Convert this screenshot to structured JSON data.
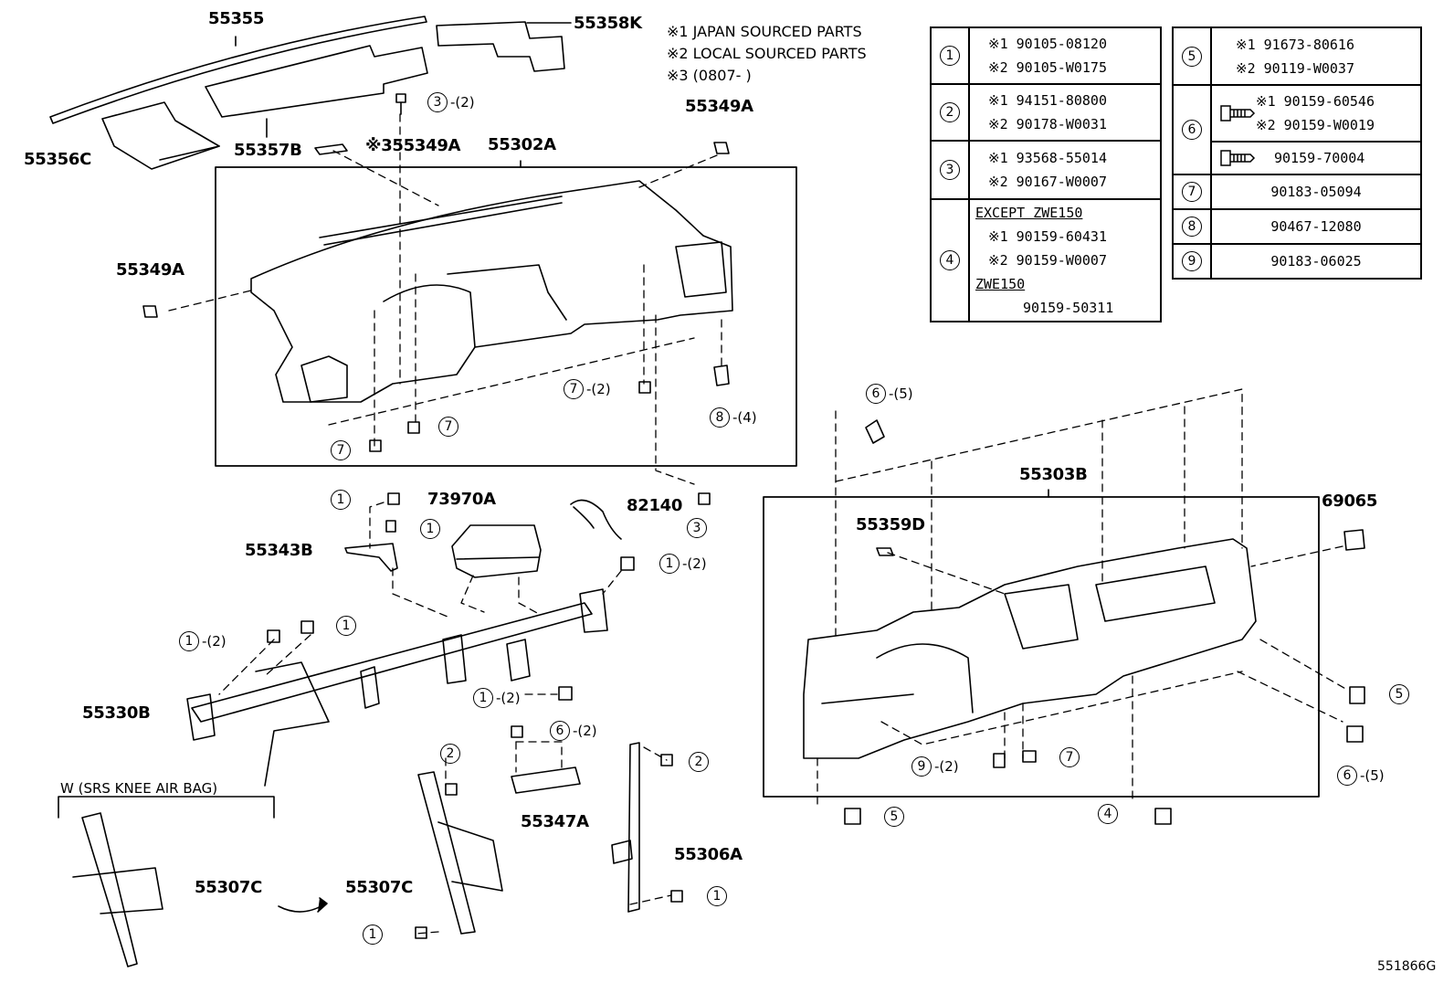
{
  "notes": {
    "n1": "※1 JAPAN SOURCED PARTS",
    "n2": "※2 LOCAL SOURCED PARTS",
    "n3": "※3 (0807-         )"
  },
  "parts": {
    "p55355": "55355",
    "p55358K": "55358K",
    "p55357B": "55357B",
    "p55356C": "55356C",
    "p55349A_note": "※355349A",
    "p55302A": "55302A",
    "p55349A_top": "55349A",
    "p55349A_left": "55349A",
    "p73970A": "73970A",
    "p82140": "82140",
    "p55343B": "55343B",
    "p55330B": "55330B",
    "p55347A": "55347A",
    "p55306A": "55306A",
    "p55307C_a": "55307C",
    "p55307C_b": "55307C",
    "p55303B": "55303B",
    "p55359D": "55359D",
    "p69065": "69065",
    "variant": "W (SRS KNEE AIR BAG)"
  },
  "refs": {
    "r_3_2": {
      "n": "3",
      "t": "-(2)"
    },
    "r_7_2": {
      "n": "7",
      "t": "-(2)"
    },
    "r_8_4": {
      "n": "8",
      "t": "-(4)"
    },
    "r_7a": {
      "n": "7",
      "t": ""
    },
    "r_7b": {
      "n": "7",
      "t": ""
    },
    "r_1a": {
      "n": "1",
      "t": ""
    },
    "r_1b": {
      "n": "1",
      "t": ""
    },
    "r_1c": {
      "n": "1",
      "t": ""
    },
    "r_1d": {
      "n": "1",
      "t": ""
    },
    "r_1e": {
      "n": "1",
      "t": ""
    },
    "r_3a": {
      "n": "3",
      "t": ""
    },
    "r_1_2a": {
      "n": "1",
      "t": "-(2)"
    },
    "r_1_2b": {
      "n": "1",
      "t": "-(2)"
    },
    "r_1_2c": {
      "n": "1",
      "t": "-(2)"
    },
    "r_6_2": {
      "n": "6",
      "t": "-(2)"
    },
    "r_2a": {
      "n": "2",
      "t": ""
    },
    "r_2b": {
      "n": "2",
      "t": ""
    },
    "r_6_5a": {
      "n": "6",
      "t": "-(5)"
    },
    "r_6_5b": {
      "n": "6",
      "t": "-(5)"
    },
    "r_5a": {
      "n": "5",
      "t": ""
    },
    "r_5b": {
      "n": "5",
      "t": ""
    },
    "r_9_2": {
      "n": "9",
      "t": "-(2)"
    },
    "r_7c": {
      "n": "7",
      "t": ""
    },
    "r_4a": {
      "n": "4",
      "t": ""
    }
  },
  "table_left": [
    {
      "idx": "1",
      "lines": [
        "※1  90105-08120",
        "※2  90105-W0175"
      ]
    },
    {
      "idx": "2",
      "lines": [
        "※1  94151-80800",
        "※2  90178-W0031"
      ]
    },
    {
      "idx": "3",
      "lines": [
        "※1  93568-55014",
        "※2  90167-W0007"
      ]
    },
    {
      "idx": "4",
      "lines": [
        "EXCEPT ZWE150",
        "※1  90159-60431",
        "※2  90159-W0007",
        "ZWE150",
        "90159-50311"
      ]
    }
  ],
  "table_right": [
    {
      "idx": "5",
      "lines": [
        "※1  91673-80616",
        "※2  90119-W0037"
      ]
    },
    {
      "idx": "6",
      "lines": [
        "※1  90159-60546",
        "※2  90159-W0019",
        "90159-70004"
      ]
    },
    {
      "idx": "7",
      "lines": [
        "90183-05094"
      ]
    },
    {
      "idx": "8",
      "lines": [
        "90467-12080"
      ]
    },
    {
      "idx": "9",
      "lines": [
        "90183-06025"
      ]
    }
  ],
  "drawing_code": "551866G"
}
